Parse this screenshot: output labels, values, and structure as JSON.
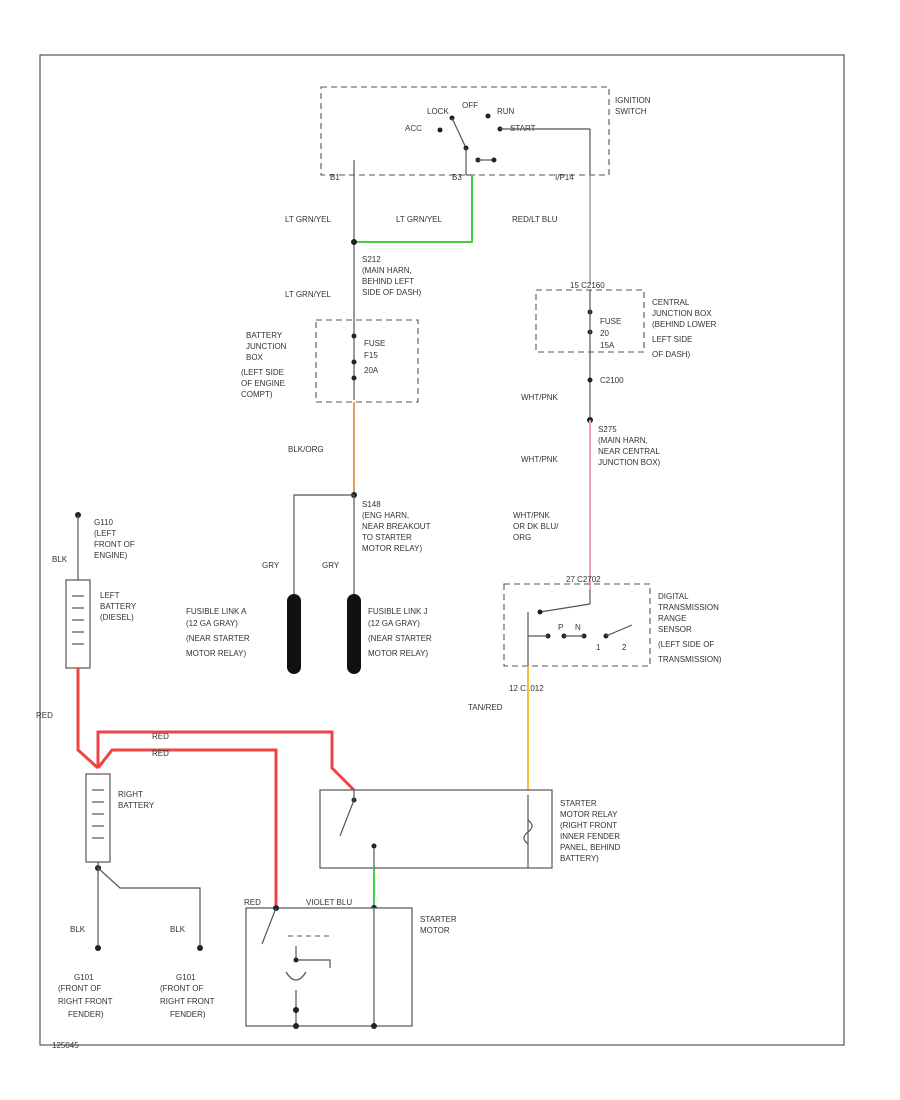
{
  "colors": {
    "line": "#555555",
    "red": "#ee4444",
    "green": "#44cc44",
    "orange": "#e0a060",
    "pink": "#f0a0c8",
    "yellow": "#f0c040",
    "gray": "#999999"
  },
  "ignition": {
    "title": [
      "IGNITION",
      "SWITCH"
    ],
    "lock": "LOCK",
    "off": "OFF",
    "run": "RUN",
    "acc": "ACC",
    "start": "START",
    "pin_left": "B1",
    "pin_mid": "B3",
    "pin_right": "I/P14"
  },
  "wires": {
    "lt_grn_yel_1": "LT GRN/YEL",
    "lt_grn_yel_2": "LT GRN/YEL",
    "lt_grn_yel_3": "LT GRN/YEL",
    "red_lt_blu": "RED/LT BLU",
    "blk_org": "BLK/ORG",
    "gry_a": "GRY",
    "gry_j": "GRY",
    "wht_pnk_1": "WHT/PNK",
    "wht_pnk_2": "WHT/PNK",
    "wht_pnk_3": [
      "WHT/PNK",
      "OR DK BLU/",
      "ORG"
    ],
    "tan_red": "TAN/RED",
    "blk_ground": "BLK",
    "red_left": "RED",
    "red_top": "RED",
    "red_second": "RED",
    "red_motor": "RED",
    "violet_blu": "VIOLET BLU",
    "blk_ground_2": "BLK",
    "blk_ground_3": "BLK"
  },
  "splice_s212": [
    "S212",
    "(MAIN HARN,",
    "BEHIND LEFT",
    "SIDE OF DASH)"
  ],
  "battery_jbox": {
    "label": [
      "BATTERY",
      "JUNCTION",
      "BOX",
      "(LEFT SIDE",
      "OF ENGINE",
      "COMPT)"
    ],
    "fuse": [
      "FUSE",
      "F15",
      "20A"
    ]
  },
  "central_jbox": {
    "pin": "15 C2160",
    "label": [
      "CENTRAL",
      "JUNCTION BOX",
      "(BEHIND LOWER",
      "LEFT SIDE",
      "OF DASH)"
    ],
    "fuse": [
      "FUSE",
      "20",
      "15A"
    ],
    "connector": "C2100"
  },
  "splice_s275": [
    "S275",
    "(MAIN HARN,",
    "NEAR CENTRAL",
    "JUNCTION BOX)"
  ],
  "splice_s148": [
    "S148",
    "(ENG HARN,",
    "NEAR BREAKOUT",
    "TO STARTER",
    "MOTOR RELAY)"
  ],
  "ground_g110": [
    "G110",
    "(LEFT",
    "FRONT OF",
    "ENGINE)"
  ],
  "left_battery": [
    "LEFT",
    "BATTERY",
    "(DIESEL)"
  ],
  "fusible_a": [
    "FUSIBLE LINK A",
    "(12 GA GRAY)",
    "(NEAR STARTER",
    "MOTOR RELAY)"
  ],
  "fusible_j": [
    "FUSIBLE LINK J",
    "(12 GA GRAY)",
    "(NEAR STARTER",
    "MOTOR RELAY)"
  ],
  "dtr_sensor": {
    "pin": "27 C2702",
    "label": [
      "DIGITAL",
      "TRANSMISSION",
      "RANGE",
      "SENSOR",
      "(LEFT SIDE OF",
      "TRANSMISSION)"
    ],
    "bottom_pin": "12 C1012",
    "sw_labels": [
      "P",
      "N",
      "1",
      "2"
    ]
  },
  "right_battery": [
    "RIGHT",
    "BATTERY"
  ],
  "starter_relay": [
    "STARTER",
    "MOTOR RELAY",
    "(RIGHT FRONT",
    "INNER FENDER",
    "PANEL, BEHIND",
    "BATTERY)"
  ],
  "starter_motor": [
    "STARTER",
    "MOTOR"
  ],
  "ground_g101_a": [
    "G101",
    "(FRONT OF",
    "RIGHT FRONT",
    "FENDER)"
  ],
  "ground_g101_b": [
    "G101",
    "(FRONT OF",
    "RIGHT FRONT",
    "FENDER)"
  ],
  "figure_code": "125045"
}
